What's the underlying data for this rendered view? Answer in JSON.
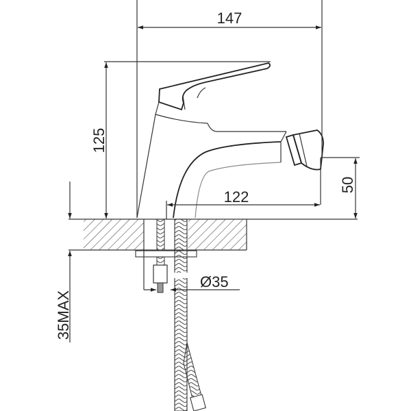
{
  "title": "Bidet mixer tap dimension drawing",
  "dimensions": {
    "overall_length": "147",
    "height": "125",
    "spout_reach": "122",
    "spout_height": "50",
    "hole_diameter": "Ø35",
    "max_counter_thickness": "35MAX"
  },
  "colors": {
    "line": "#222222",
    "background": "#ffffff"
  }
}
